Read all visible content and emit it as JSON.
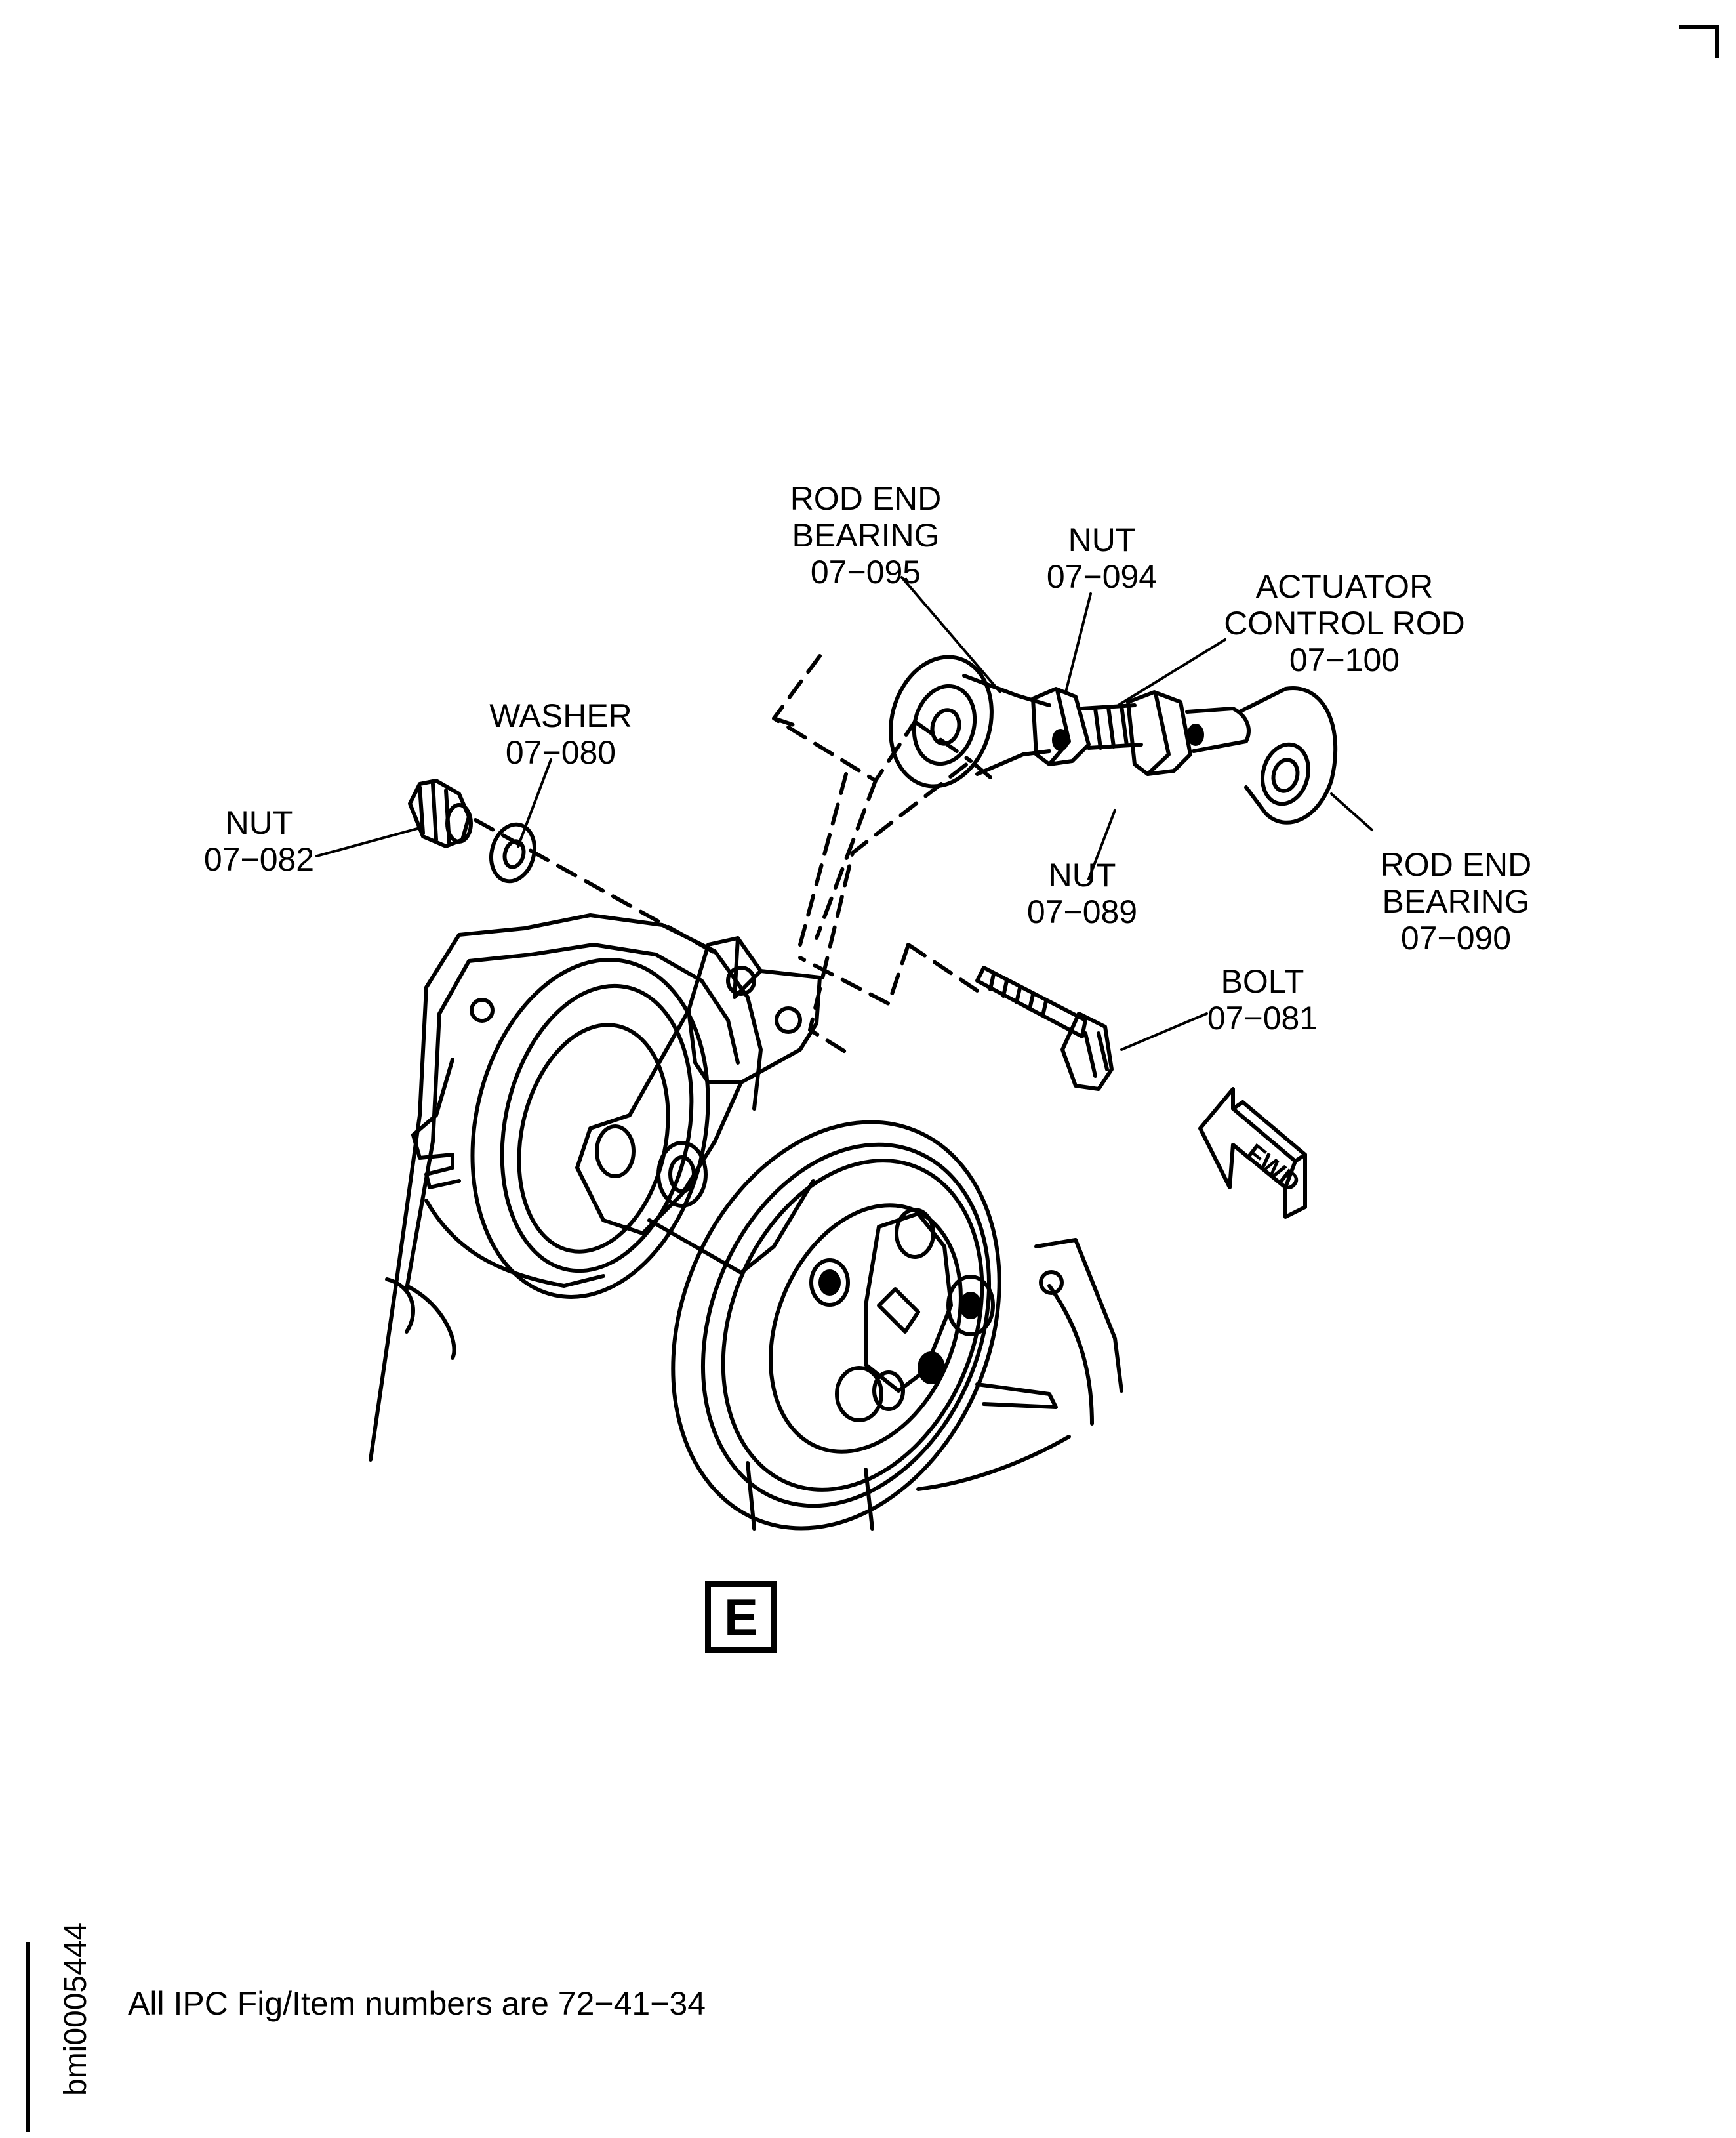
{
  "callouts": {
    "rod_end_bearing_upper": {
      "line1": "ROD END",
      "line2": "BEARING",
      "part": "07−095"
    },
    "nut_upper": {
      "line1": "NUT",
      "part": "07−094"
    },
    "actuator_control_rod": {
      "line1": "ACTUATOR",
      "line2": "CONTROL ROD",
      "part": "07−100"
    },
    "washer": {
      "line1": "WASHER",
      "part": "07−080"
    },
    "nut_left": {
      "line1": "NUT",
      "part": "07−082"
    },
    "nut_lower": {
      "line1": "NUT",
      "part": "07−089"
    },
    "rod_end_bearing_lower": {
      "line1": "ROD END",
      "line2": "BEARING",
      "part": "07−090"
    },
    "bolt": {
      "line1": "BOLT",
      "part": "07−081"
    }
  },
  "fwd_arrow": {
    "label": "FWD"
  },
  "view_letter": "E",
  "footer_note": "All IPC Fig/Item numbers are 72−41−34",
  "image_id": "bmi0005444"
}
